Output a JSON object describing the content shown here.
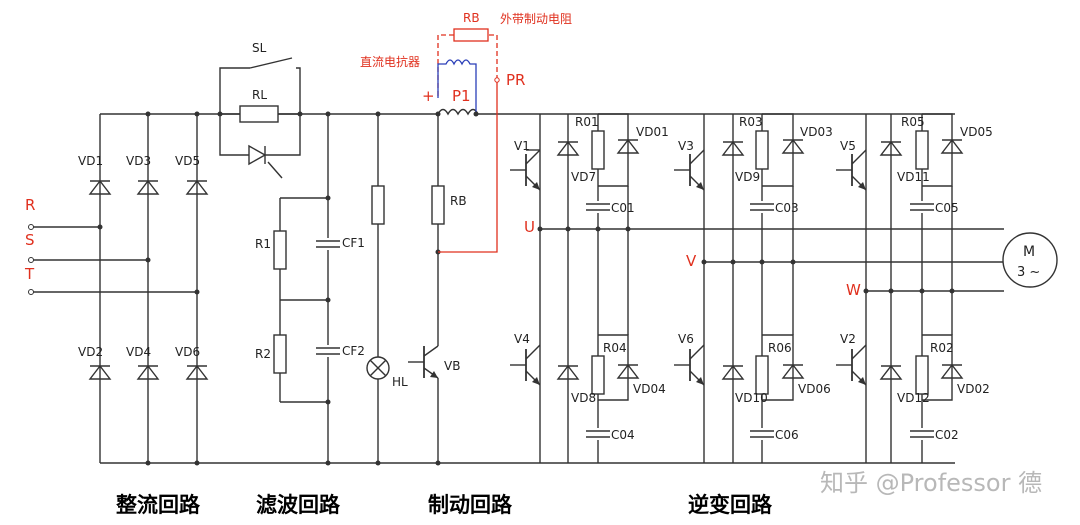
{
  "phase_inputs": [
    "R",
    "S",
    "T"
  ],
  "rectifier_diodes": [
    "VD1",
    "VD3",
    "VD5",
    "VD2",
    "VD4",
    "VD6"
  ],
  "filter": {
    "sl": "SL",
    "rl": "RL",
    "r1": "R1",
    "r2": "R2",
    "cf1": "CF1",
    "cf2": "CF2",
    "hl": "HL"
  },
  "braking": {
    "rb_internal": "RB",
    "vb": "VB",
    "rb_external": "RB",
    "rb_external_caption": "外带制动电阻",
    "reactor_caption": "直流电抗器",
    "plus": "+",
    "p1": "P1",
    "pr": "PR"
  },
  "inverter": {
    "outputs": [
      "U",
      "V",
      "W"
    ],
    "transistors": [
      "V1",
      "V4",
      "V3",
      "V6",
      "V5",
      "V2"
    ],
    "resistors": [
      "R01",
      "R04",
      "R03",
      "R06",
      "R05",
      "R02"
    ],
    "diodes": [
      "VD01",
      "VD04",
      "VD03",
      "VD06",
      "VD05",
      "VD02"
    ],
    "snubber_diodes": [
      "VD7",
      "VD8",
      "VD9",
      "VD10",
      "VD11",
      "VD12"
    ],
    "capacitors": [
      "C01",
      "C04",
      "C03",
      "C06",
      "C05",
      "C02"
    ]
  },
  "motor": {
    "label": "M",
    "sub": "3 ~"
  },
  "sections": [
    "整流回路",
    "滤波回路",
    "制动回路",
    "逆变回路"
  ],
  "watermark": "知乎 @Professor 德"
}
